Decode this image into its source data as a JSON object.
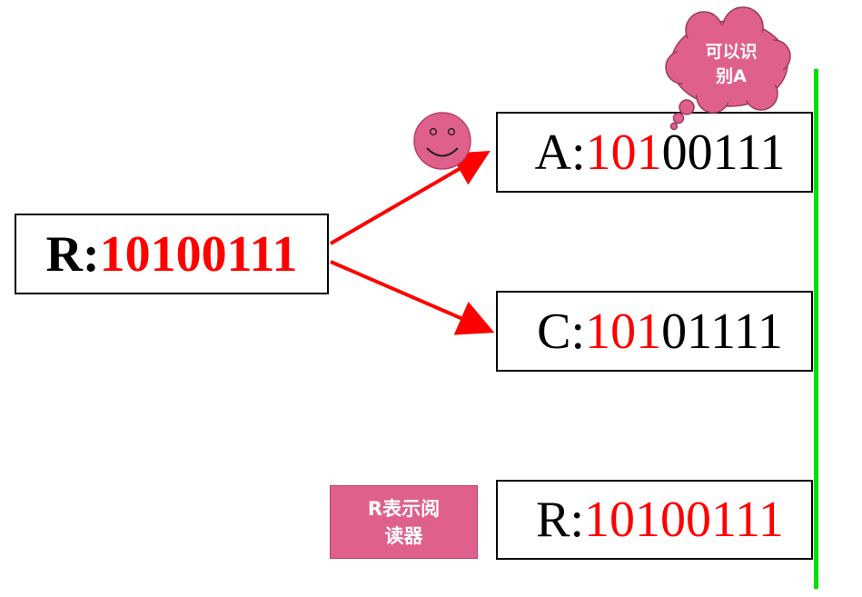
{
  "reader": {
    "label": "R:",
    "code": "10100111"
  },
  "tags": [
    {
      "id": "A",
      "label": "A:",
      "match": "101",
      "rest": "00111"
    },
    {
      "id": "C",
      "label": "C:",
      "match": "101",
      "rest": "01111"
    },
    {
      "id": "R",
      "label": "R:",
      "code": "10100111"
    }
  ],
  "thought": {
    "line1": "可以识",
    "line2": "别A"
  },
  "legend": {
    "line1": "R表示阅",
    "line2": "读器"
  },
  "colors": {
    "highlight": "#ff0000",
    "arrow": "#ff0000",
    "boundary": "#00e000",
    "pink": "#e0608c"
  }
}
